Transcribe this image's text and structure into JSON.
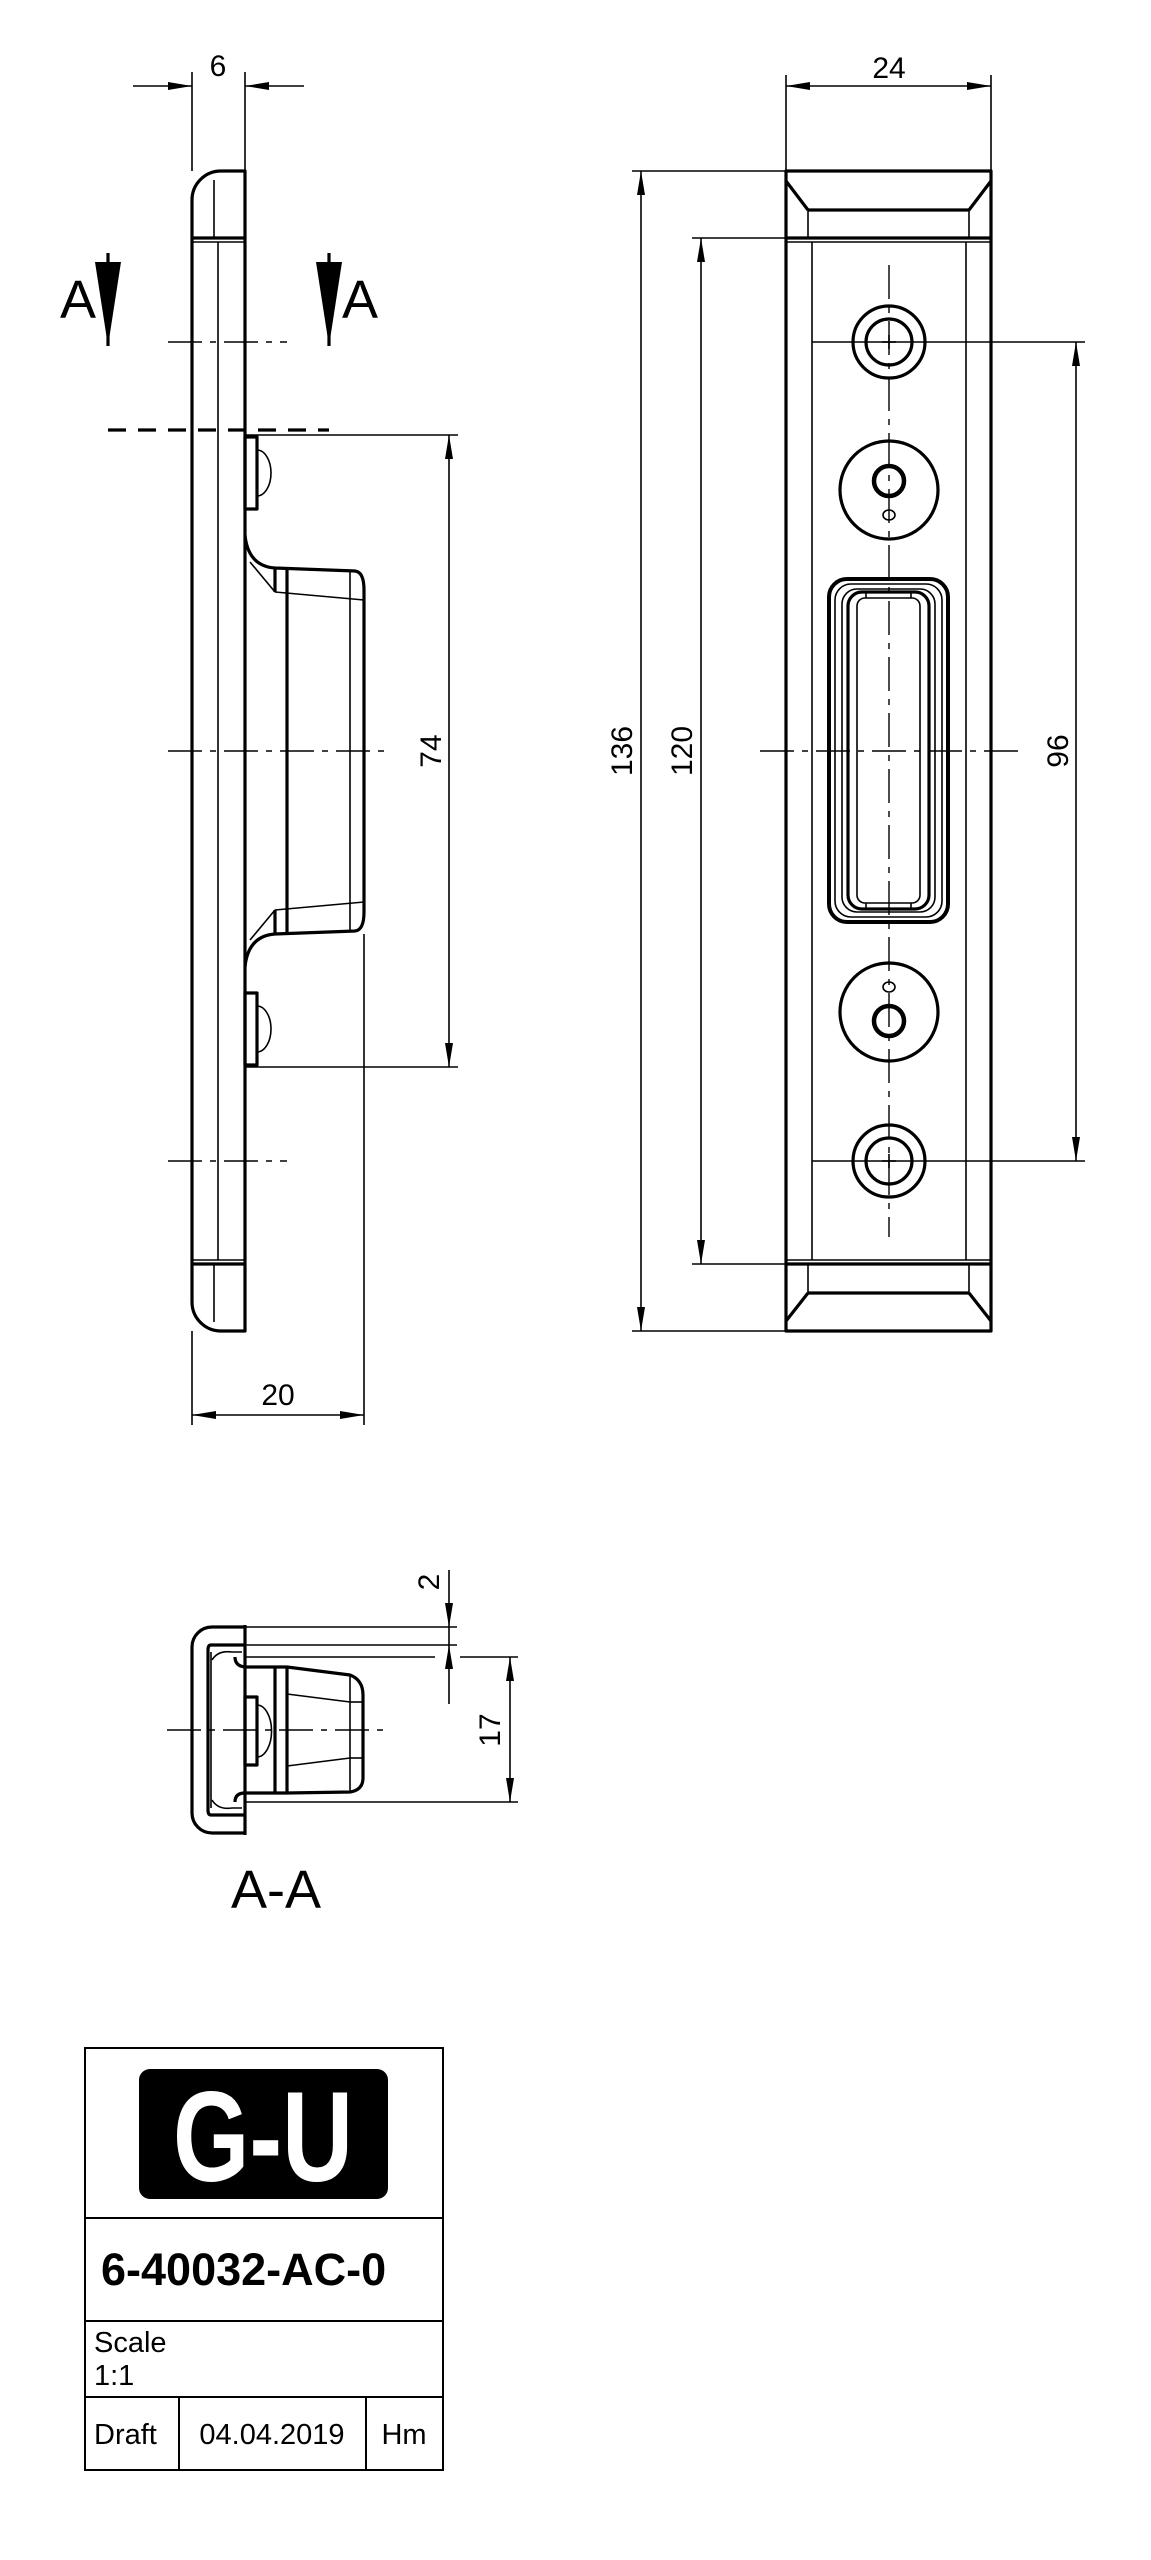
{
  "views": {
    "section_marker_left": "A",
    "section_marker_right": "A",
    "section_view_title": "A-A"
  },
  "dimensions": {
    "side_thickness": "6",
    "side_projection_spacing": "74",
    "side_depth": "20",
    "front_width": "24",
    "front_total_length": "136",
    "front_inner_length": "120",
    "front_hole_spacing": "96",
    "section_offset": "2",
    "section_height": "17"
  },
  "title_block": {
    "logo": "G-U",
    "part_number": "6-40032-AC-0",
    "scale_label": "Scale",
    "scale_value": "1:1",
    "status": "Draft",
    "date": "04.04.2019",
    "author": "Hm"
  }
}
